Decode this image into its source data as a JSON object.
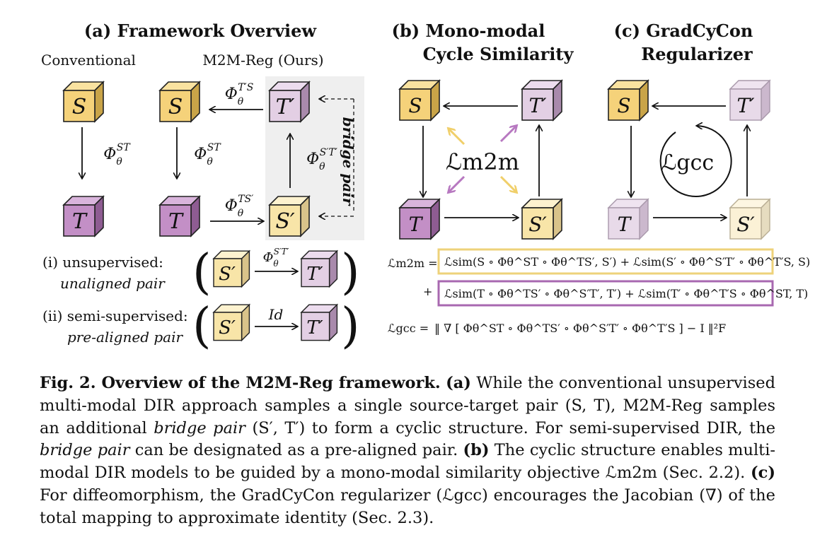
{
  "panel_a": {
    "title": "(a)  Framework Overview",
    "col_conventional": "Conventional",
    "col_ours": "M2M-Reg (Ours)",
    "bridge_label": "bridge pair",
    "cubes": {
      "S": "S",
      "T": "T",
      "Sp": "S′",
      "Tp": "T′"
    },
    "arrows": {
      "phi_st": "Φθ^ST",
      "phi_tsp": "Φθ^TS′",
      "phi_sptp": "Φθ^S′T′",
      "phi_tps": "Φθ^T′S"
    },
    "row_i": {
      "label": "(i) unsupervised:",
      "sub": "unaligned pair",
      "arrow": "Φθ^S′T′"
    },
    "row_ii": {
      "label": "(ii) semi-supervised:",
      "sub": "pre-aligned pair",
      "arrow": "Id"
    }
  },
  "panel_b": {
    "title_1": "(b)  Mono-modal",
    "title_2": "Cycle Similarity",
    "loss": "ℒm2m"
  },
  "panel_c": {
    "title_1": "(c) GradCyCon",
    "title_2": "Regularizer",
    "loss": "ℒgcc"
  },
  "equations": {
    "m2m_lhs": "ℒm2m =",
    "m2m_line1": "ℒsim(S ∘ Φθ^ST ∘ Φθ^TS′, S′) + ℒsim(S′ ∘ Φθ^S′T′ ∘ Φθ^T′S, S)",
    "m2m_plus": "+",
    "m2m_line2": "ℒsim(T ∘ Φθ^TS′ ∘ Φθ^S′T′, T′) + ℒsim(T′ ∘ Φθ^T′S ∘ Φθ^ST, T)",
    "gcc_lhs": "ℒgcc =",
    "gcc_rhs": "‖ ∇ [ Φθ^ST ∘ Φθ^TS′ ∘ Φθ^S′T′ ∘ Φθ^T′S ] − I ‖²F"
  },
  "caption": {
    "fig_label": "Fig. 2. Overview of the M2M-Reg framework.",
    "a_tag": "(a)",
    "a_text_1": "While the conventional unsupervised multi-modal DIR approach samples a single source-target pair (S, T), M2M-Reg samples an additional",
    "a_bridge_1": "bridge pair",
    "a_text_2": "(S′, T′) to form a cyclic structure. For semi-supervised DIR, the",
    "a_bridge_2": "bridge pair",
    "a_text_3": "can be designated as a pre-aligned pair.",
    "b_tag": "(b)",
    "b_text": "The cyclic structure enables multi-modal DIR models to be guided by a mono-modal similarity objective ℒm2m (Sec. 2.2).",
    "c_tag": "(c)",
    "c_text": "For diffeomorphism, the GradCyCon regularizer (ℒgcc) encourages the Jacobian (∇) of the total mapping to approximate identity (Sec. 2.3)."
  },
  "colors": {
    "yellow": "#f5d27a",
    "yellow_dark": "#c9a448",
    "purple": "#c38fc6",
    "purple_light": "#e3cfe4",
    "purple_dark": "#8e5c92",
    "gray_bg": "#efefef"
  }
}
